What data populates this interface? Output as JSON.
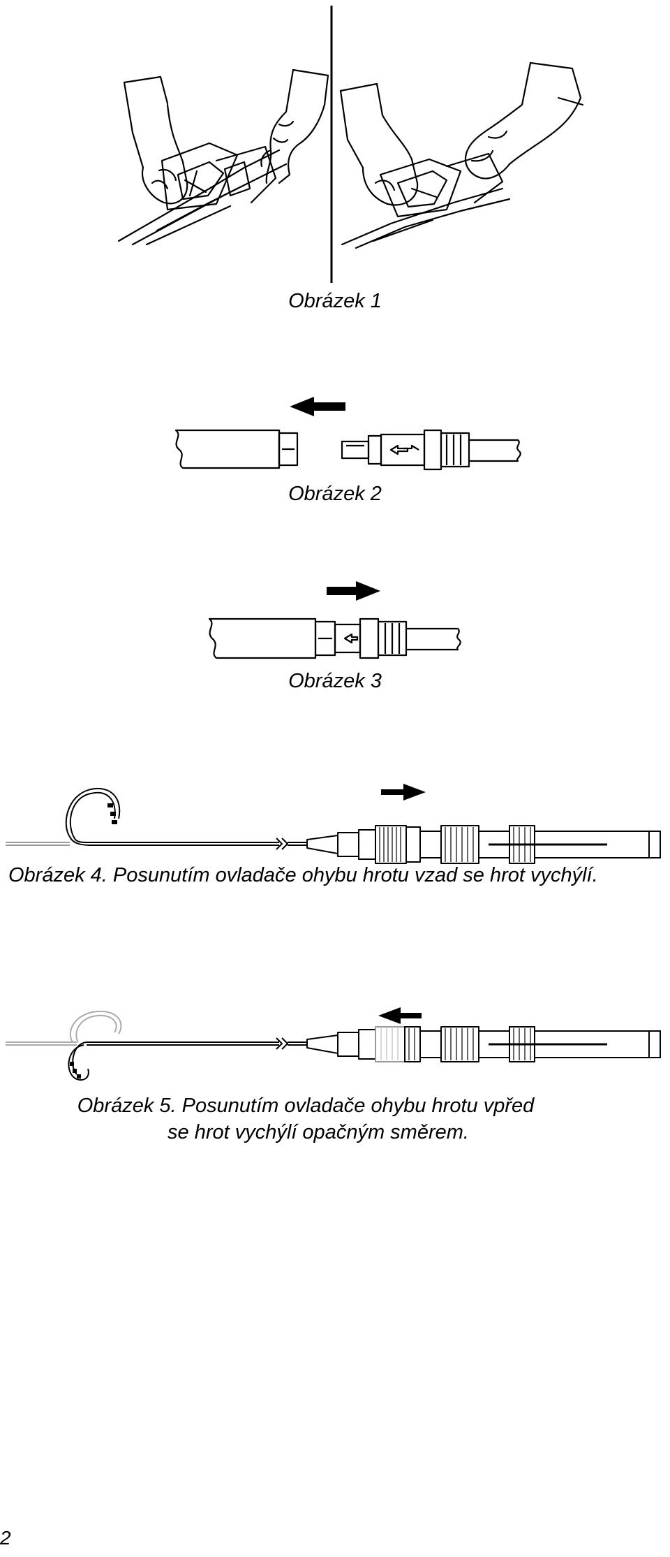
{
  "figures": {
    "fig1": {
      "caption": "Obrázek 1"
    },
    "fig2": {
      "caption": "Obrázek 2"
    },
    "fig3": {
      "caption": "Obrázek 3"
    },
    "fig4": {
      "caption": "Obrázek 4. Posunutím ovladače ohybu hrotu vzad se hrot vychýlí."
    },
    "fig5": {
      "caption_line1": "Obrázek 5. Posunutím ovladače ohybu hrotu vpřed",
      "caption_line2": "se hrot vychýlí opačným směrem."
    }
  },
  "page_number": "2",
  "icons": {
    "arrow_left": "arrow-left-icon",
    "arrow_right": "arrow-right-icon"
  }
}
